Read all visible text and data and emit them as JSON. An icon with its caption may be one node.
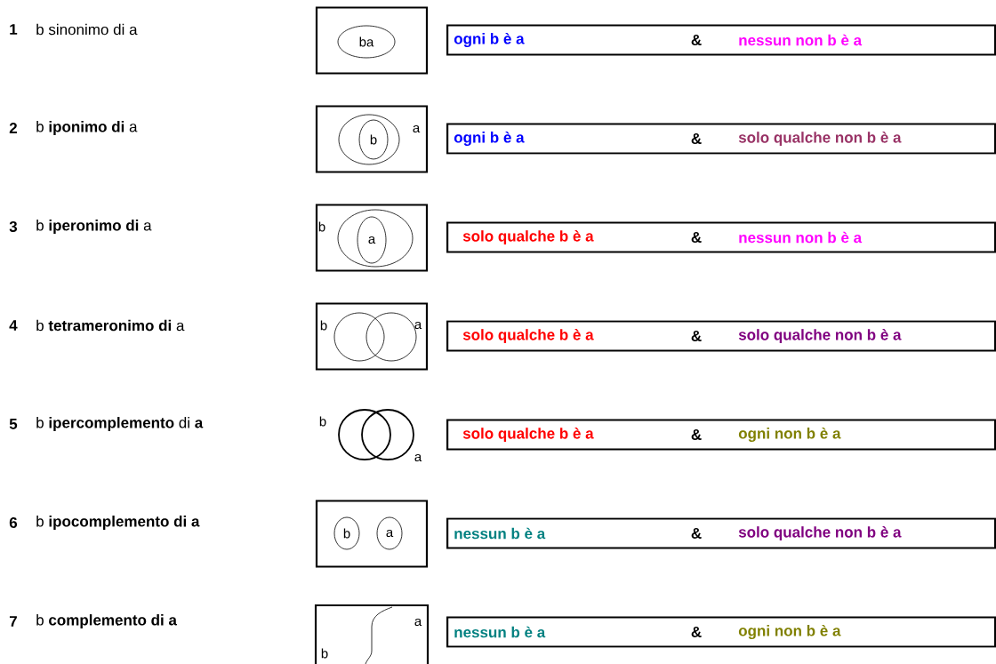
{
  "diagram": {
    "nodes": [
      {
        "text": [
          "ba"
        ]
      },
      {
        "text": [
          "ogni b è a",
          "&",
          "nessun non b è a"
        ]
      },
      {
        "text": [
          "b",
          "a"
        ]
      },
      {
        "text": [
          "ogni b è a",
          "&",
          "solo qualche non b è a"
        ]
      },
      {
        "text": [
          "b",
          "a"
        ]
      },
      {
        "text": [
          "solo qualche b è a",
          "&",
          "nessun non b è a"
        ]
      },
      {
        "text": [
          "b",
          "a"
        ]
      },
      {
        "text": [
          "solo qualche b è a",
          "&",
          "solo qualche non b è a"
        ]
      },
      {
        "text": [
          "b",
          "a"
        ]
      },
      {
        "text": [
          "solo qualche b è a",
          "&",
          "ogni non b è a"
        ]
      },
      {
        "text": [
          "b",
          "a"
        ]
      },
      {
        "text": [
          "nessun b è a",
          "&",
          "solo qualche non b è a"
        ]
      },
      {
        "text": [
          "a",
          "b"
        ]
      },
      {
        "text": [
          "nessun b è a",
          "&",
          "ogni non b è a"
        ]
      }
    ],
    "labels": [
      "1",
      "b sinonimo di a",
      "2",
      "b **iponimo di** a",
      "3",
      "b **iperonimo di** a",
      "4",
      "b **tetrameronimo di** a",
      "5",
      "b **ipercomplemento** di **a**",
      "6",
      "b **ipocomplemento di a**",
      "7",
      "b **complemento di a**"
    ]
  }
}
